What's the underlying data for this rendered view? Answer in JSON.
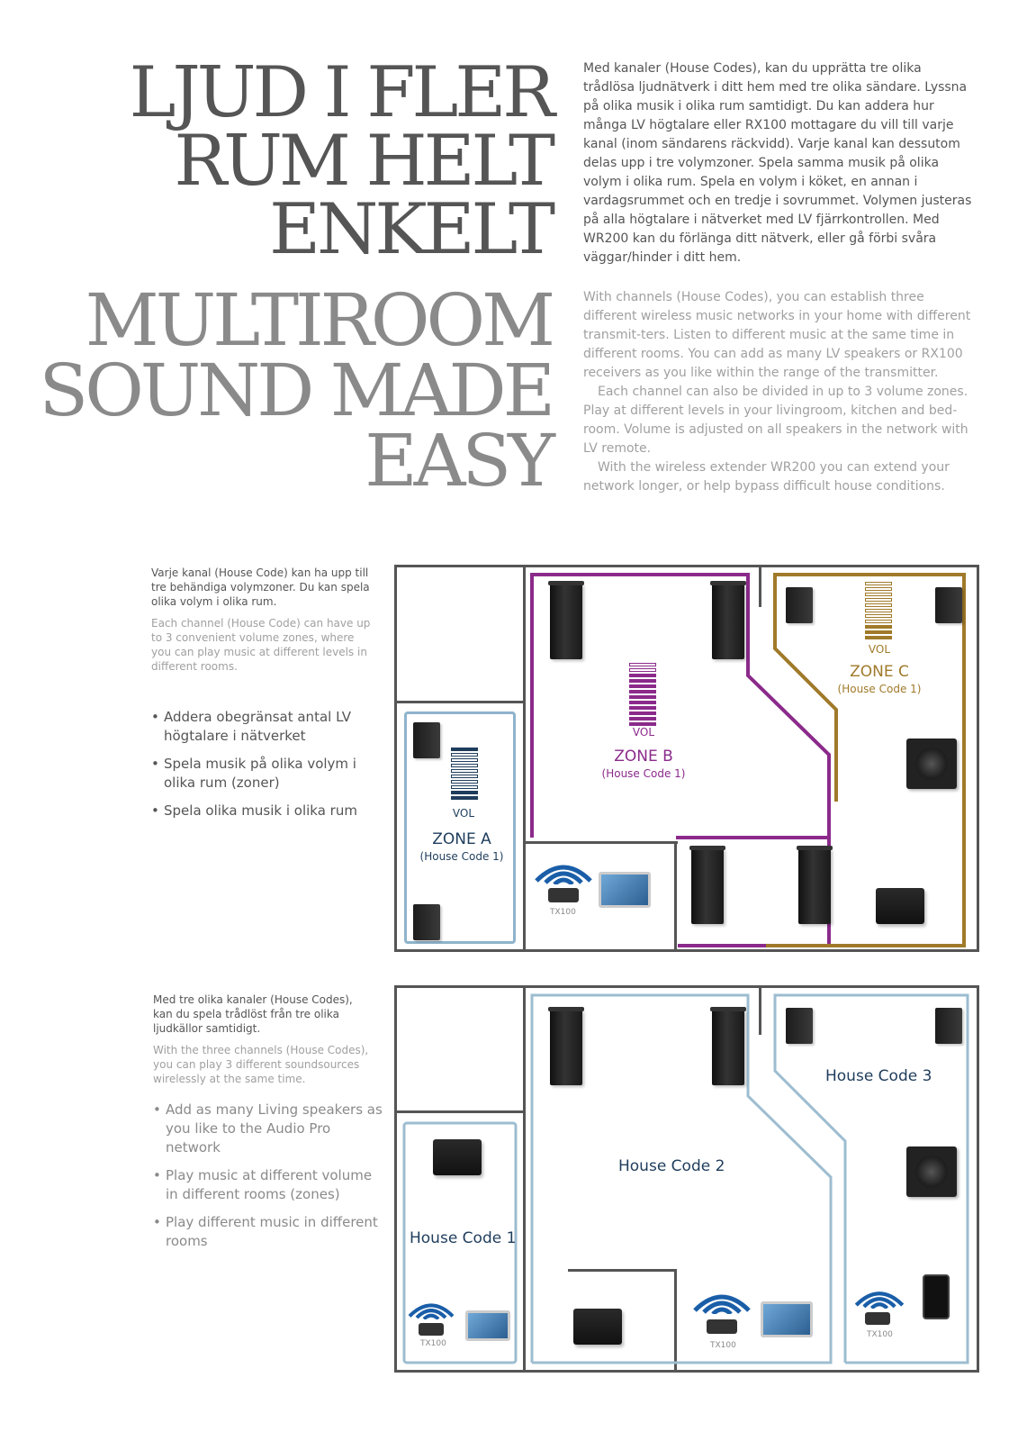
{
  "headline": {
    "sv_lines": [
      "LJUD I FLER",
      "RUM HELT",
      "ENKELT"
    ],
    "en_lines": [
      "MULTIROOM",
      "SOUND MADE",
      "EASY"
    ]
  },
  "intro": {
    "sv": "Med kanaler (House Codes), kan du upprätta tre olika trådlösa ljudnätverk i ditt hem med tre olika sändare. Lyssna på olika musik i olika rum samtidigt. Du kan addera hur många LV högtalare eller RX100 mottagare du vill till varje kanal (inom sändarens räckvidd). Varje kanal kan dessutom delas upp i tre volymzoner. Spela samma musik på olika volym i olika rum. Spela en volym i köket, en annan i vardagsrummet och en tredje i sovrummet. Volymen justeras på alla högtalare i nätverket med LV fjärrkontrollen. Med WR200 kan du förlänga ditt nätverk, eller gå förbi svåra väggar/hinder i ditt hem.",
    "en_p1": "With channels (House Codes), you can establish three different wireless music networks in your home with different transmit-ters. Listen to different music at the same time in different rooms. You can add as many LV speakers or RX100 receivers as you like within the range of the transmitter.",
    "en_p2": "Each channel can also be divided in up to 3 volume zones. Play at different levels in your livingroom, kitchen and bed-room. Volume is adjusted on all speakers in the network with LV remote.",
    "en_p3": "With the wireless extender WR200 you can extend your network longer, or help bypass difficult house conditions."
  },
  "section1": {
    "caption_sv": "Varje kanal (House Code) kan ha upp till tre behändiga volymzoner. Du kan spela olika volym i olika rum.",
    "caption_en": "Each channel (House Code) can have up to 3 convenient volume zones, where you can play music at different levels in different rooms.",
    "bullets": [
      "Addera obegränsat antal LV högtalare i nätverket",
      "Spela musik på olika volym i olika rum (zoner)",
      "Spela olika musik i olika rum"
    ],
    "zones": [
      {
        "title": "ZONE A",
        "code": "(House Code 1)",
        "vol": "VOL",
        "color": "#1f3d5c"
      },
      {
        "title": "ZONE B",
        "code": "(House Code 1)",
        "vol": "VOL",
        "color": "#8b2a8b"
      },
      {
        "title": "ZONE C",
        "code": "(House Code 1)",
        "vol": "VOL",
        "color": "#a07a2a"
      }
    ],
    "tx_label": "TX100"
  },
  "section2": {
    "caption_sv": "Med tre olika kanaler (House Codes), kan du spela trådlöst från tre olika ljudkällor samtidigt.",
    "caption_en": "With the three channels (House Codes), you can play 3 different soundsources wirelessly at the same time.",
    "bullets": [
      "Add as many Living speakers as you like to the Audio Pro network",
      "Play music at different volume in different rooms (zones)",
      "Play different music in different rooms"
    ],
    "house_codes": [
      "House Code 1",
      "House Code 2",
      "House Code 3"
    ],
    "tx_labels": [
      "TX100",
      "TX100",
      "TX100"
    ]
  },
  "colors": {
    "zone_a": "#8fb3cc",
    "zone_b": "#8b2a8b",
    "zone_c": "#a07a2a",
    "house_code_frame": "#9dbdd0",
    "wave": "#1a5ea8"
  }
}
